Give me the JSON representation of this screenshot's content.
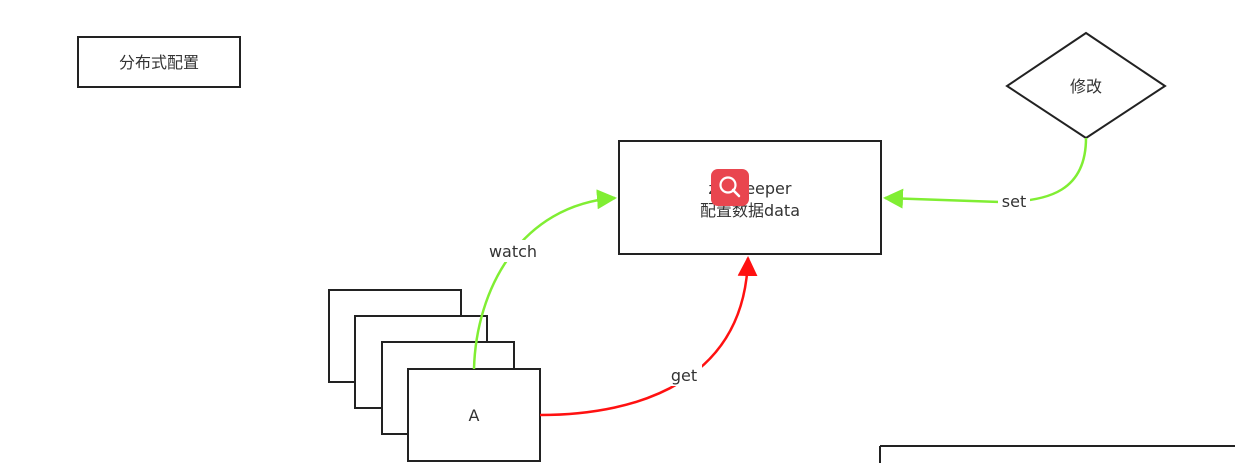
{
  "colors": {
    "box_stroke": "#222222",
    "watch_edge": "#80ee33",
    "set_edge": "#80ee33",
    "get_edge": "#ff1111",
    "search_badge": "#e9464f"
  },
  "icons": {
    "search_overlay": "magnifier-icon"
  },
  "nodes": {
    "title_box": "分布式配置",
    "zookeeper_box": {
      "line1": "zookeeper",
      "line2": "配置数据data"
    },
    "modify_diamond": "修改",
    "client_a": "A"
  },
  "edges": {
    "watch": "watch",
    "get": "get",
    "set": "set"
  }
}
